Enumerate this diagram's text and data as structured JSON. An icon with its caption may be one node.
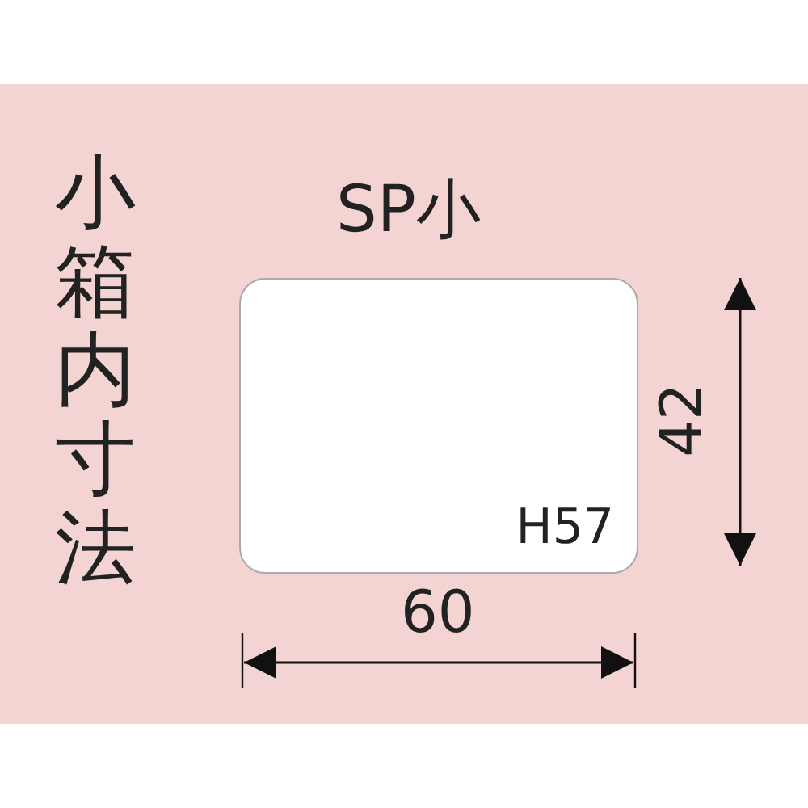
{
  "diagram": {
    "nodes": [
      {
        "text": [
          "H57"
        ]
      }
    ],
    "edges": [],
    "labels": [
      "小箱内寸法",
      "SP小",
      "60",
      "42"
    ]
  }
}
